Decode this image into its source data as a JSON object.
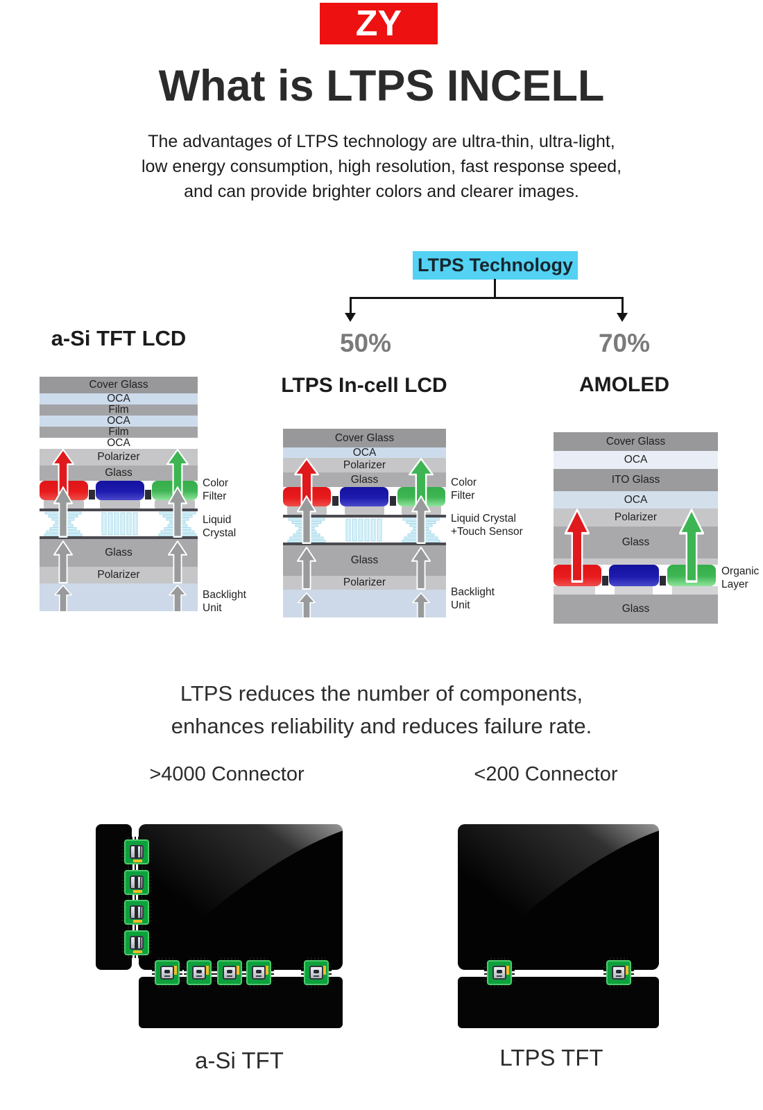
{
  "logo": {
    "text": "ZY",
    "color": "#ee1111"
  },
  "title": "What is LTPS INCELL",
  "subtitle_lines": [
    "The advantages of LTPS technology are ultra-thin, ultra-light,",
    "low energy consumption, high resolution, fast response speed,",
    "and can provide brighter colors and clearer images."
  ],
  "tree": {
    "root": "LTPS Technology",
    "root_bg": "#53d2f3",
    "left_value": "50%",
    "right_value": "70%"
  },
  "stack_asi": {
    "title": "a-Si TFT LCD",
    "layers": [
      "Cover Glass",
      "OCA",
      "Film",
      "OCA",
      "Film",
      "OCA",
      "Polarizer",
      "Glass"
    ],
    "glass2": "Glass",
    "polarizer2": "Polarizer",
    "label_color_filter": "Color\nFilter",
    "label_liquid": "Liquid\nCrystal",
    "label_backlight": "Backlight\nUnit"
  },
  "stack_incell": {
    "title": "LTPS In-cell LCD",
    "layers": [
      "Cover Glass",
      "OCA",
      "Polarizer",
      "Glass"
    ],
    "glass2": "Glass",
    "polarizer2": "Polarizer",
    "label_color_filter": "Color\nFilter",
    "label_liquid": "Liquid Crystal\n+Touch Sensor",
    "label_backlight": "Backlight\nUnit"
  },
  "stack_amoled": {
    "title": "AMOLED",
    "layers": [
      "Cover Glass",
      "OCA",
      "ITO Glass",
      "OCA",
      "Polarizer",
      "Glass"
    ],
    "glass_bottom": "Glass",
    "label_organic": "Organic\nLayer"
  },
  "benefit_lines": [
    "LTPS reduces the number of components,",
    "enhances reliability and reduces failure rate."
  ],
  "comparison": {
    "left_title": ">4000 Connector",
    "left_caption": "a-Si TFT",
    "right_title": "<200 Connector",
    "right_caption": "LTPS TFT"
  },
  "colors": {
    "accent_red": "#ee1111",
    "accent_cyan": "#53d2f3",
    "filter_red": "#e0191d",
    "filter_blue": "#1d1bae",
    "filter_green": "#3eb553",
    "arrow_gray": "#999a9c",
    "chip_green": "#0ca13c",
    "percent_gray": "#7a7a7a",
    "backlight_blue": "#cdd9e8"
  }
}
